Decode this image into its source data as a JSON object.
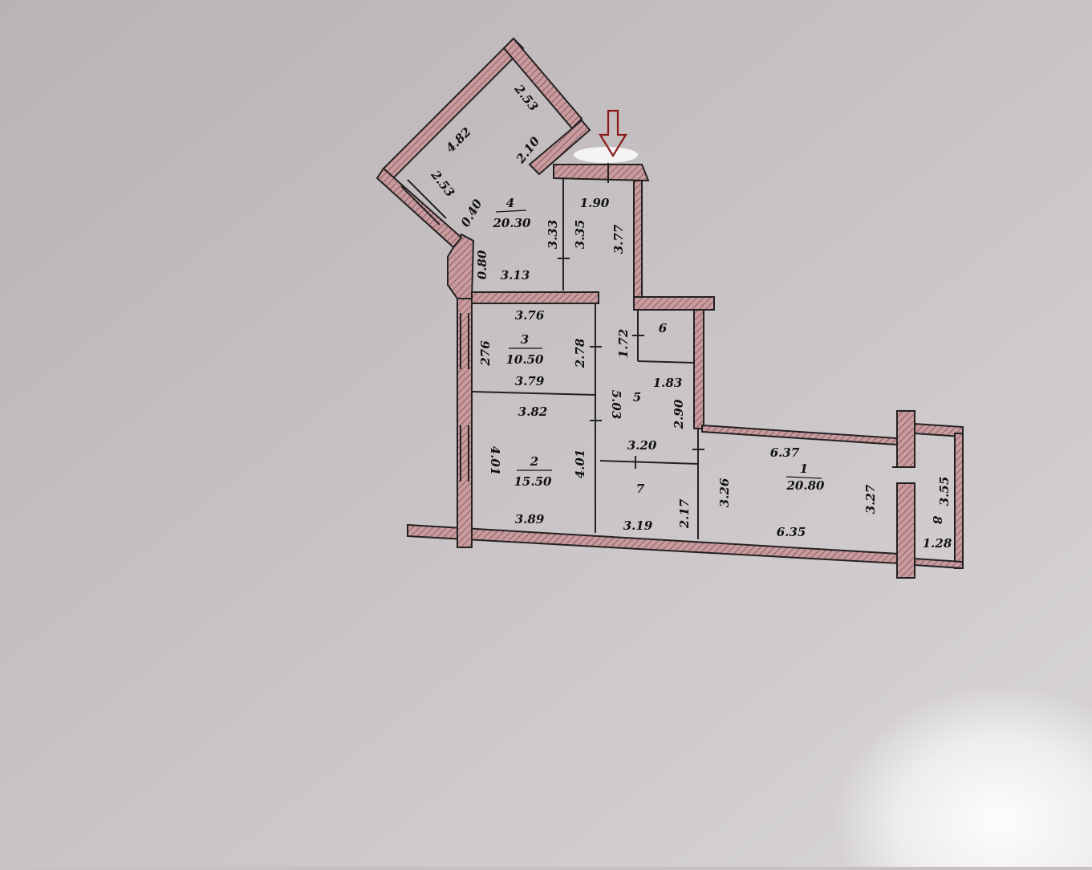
{
  "rooms": [
    {
      "id": "r1",
      "number": "1",
      "area": "20.80"
    },
    {
      "id": "r2",
      "number": "2",
      "area": "15.50"
    },
    {
      "id": "r3",
      "number": "3",
      "area": "10.50"
    },
    {
      "id": "r4",
      "number": "4",
      "area": "20.30"
    },
    {
      "id": "r5",
      "number": "5"
    },
    {
      "id": "r6",
      "number": "6"
    },
    {
      "id": "r7",
      "number": "7"
    },
    {
      "id": "r8",
      "number": "8"
    }
  ],
  "dimensions": [
    "2.53",
    "4.82",
    "2.10",
    "2.53",
    "0.40",
    "0.80",
    "3.13",
    "1.90",
    "3.33",
    "3.35",
    "3.77",
    "3.76",
    "276",
    "2.78",
    "3.79",
    "1.72",
    "1.83",
    "3.82",
    "5.03",
    "2.90",
    "4.01",
    "4.01",
    "3.20",
    "3.89",
    "3.19",
    "2.17",
    "6.37",
    "3.26",
    "3.27",
    "6.35",
    "3.55",
    "1.28"
  ],
  "colors": {
    "background": "#c6c1c3",
    "wall_fill": "#c99a9e",
    "wall_line": "#222222",
    "entrance_arrow": "#8b1a1a"
  },
  "icons": [
    "entrance-arrow-icon"
  ]
}
